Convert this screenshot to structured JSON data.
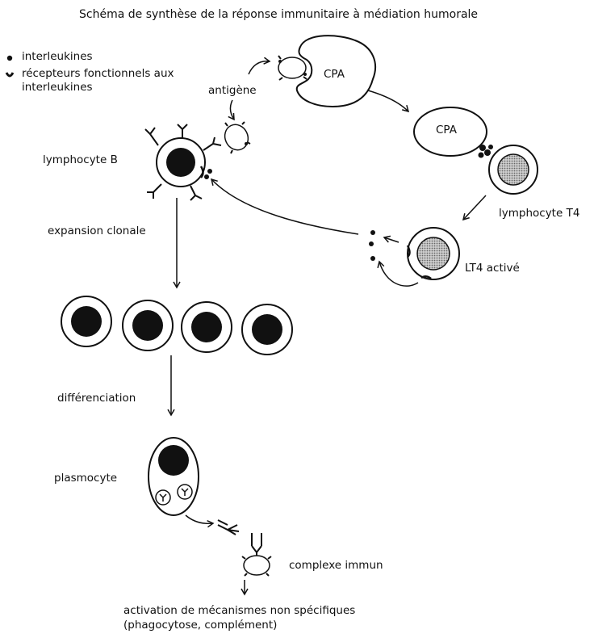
{
  "title": "Schéma de synthèse de la réponse immunitaire à médiation humorale",
  "legend": {
    "interleukines": "interleukines",
    "recepteurs": "récepteurs fonctionnels aux interleukines"
  },
  "labels": {
    "antigene": "antigène",
    "cpa_top": "CPA",
    "cpa_mid": "CPA",
    "lymphocyte_b": "lymphocyte B",
    "lymphocyte_t4": "lymphocyte T4",
    "lt4_active": "LT4 activé",
    "expansion_clonale": "expansion clonale",
    "differenciation": "différenciation",
    "plasmocyte": "plasmocyte",
    "complexe_immun": "complexe immun",
    "activation_line1": "activation de mécanismes non spécifiques",
    "activation_line2": "(phagocytose, complément)"
  }
}
